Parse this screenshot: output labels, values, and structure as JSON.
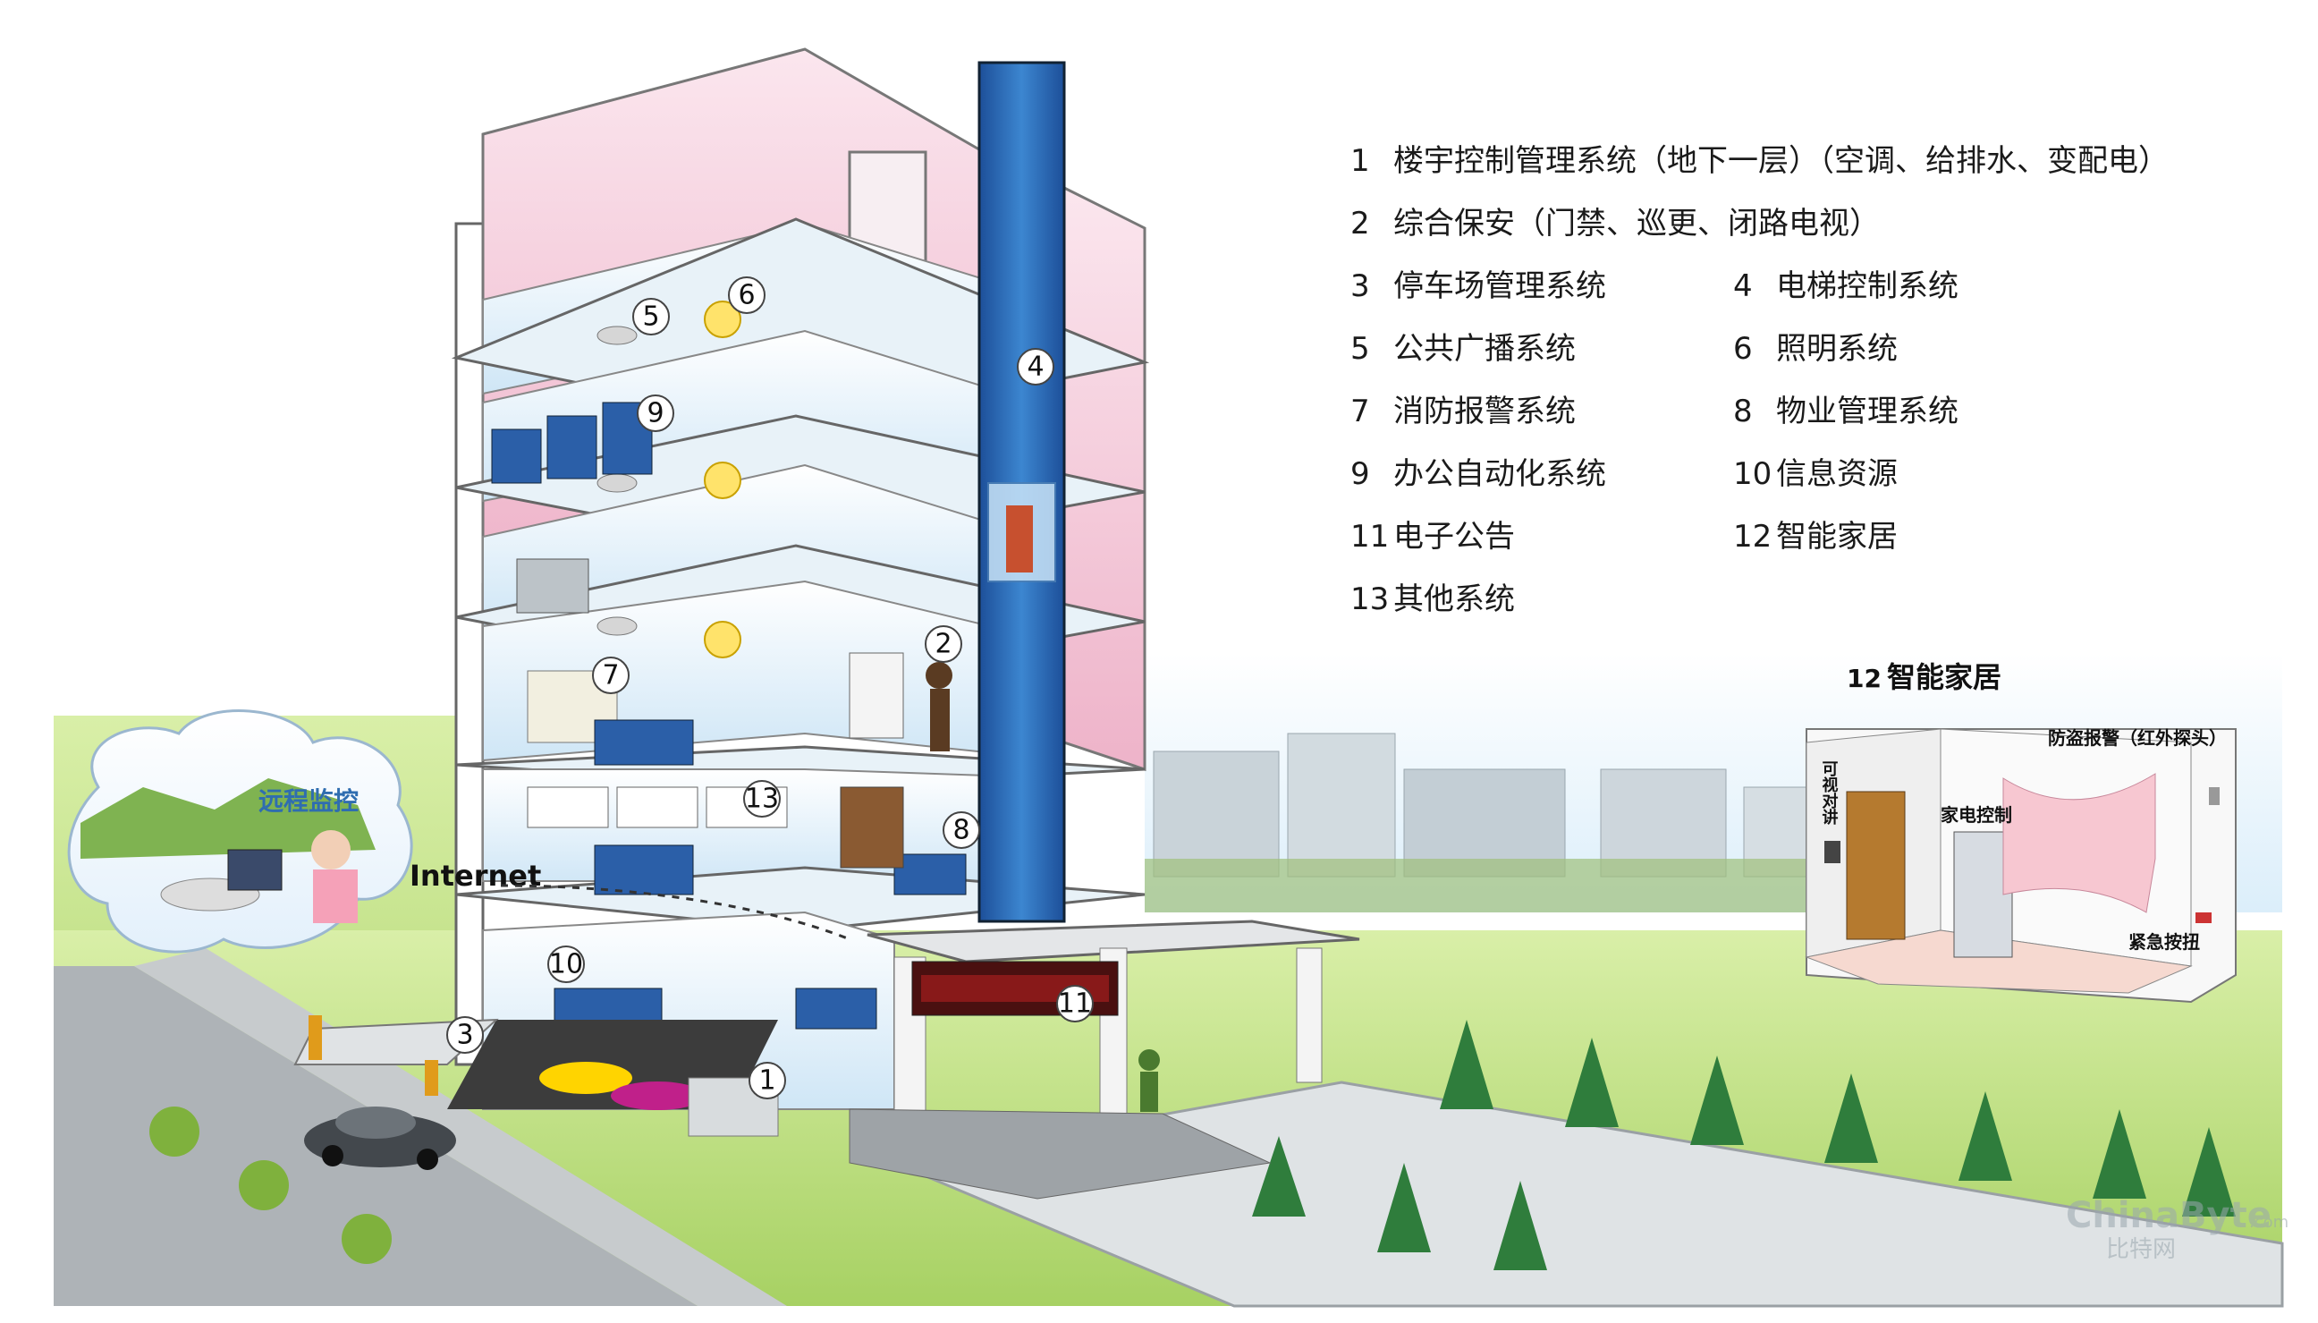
{
  "legend": [
    {
      "num": "1",
      "text": "楼宇控制管理系统（地下一层）（空调、给排水、变配电）"
    },
    {
      "num": "2",
      "text": "综合保安（门禁、巡更、闭路电视）"
    },
    {
      "num": "3",
      "text": "停车场管理系统"
    },
    {
      "num": "4",
      "text": "电梯控制系统"
    },
    {
      "num": "5",
      "text": "公共广播系统"
    },
    {
      "num": "6",
      "text": "照明系统"
    },
    {
      "num": "7",
      "text": "消防报警系统"
    },
    {
      "num": "8",
      "text": "物业管理系统"
    },
    {
      "num": "9",
      "text": "办公自动化系统"
    },
    {
      "num": "10",
      "text": "信息资源"
    },
    {
      "num": "11",
      "text": "电子公告"
    },
    {
      "num": "12",
      "text": "智能家居"
    },
    {
      "num": "13",
      "text": "其他系统"
    }
  ],
  "remote": {
    "label": "远程监控"
  },
  "internet": {
    "label": "Internet"
  },
  "smart_home": {
    "title_num": "12",
    "title": "智能家居",
    "video_intercom": "可视对讲",
    "appliance_control": "家电控制",
    "burglar_alarm": "防盗报警（红外探头）",
    "emergency_button": "紧急按扭"
  },
  "callouts": [
    "1",
    "2",
    "3",
    "4",
    "5",
    "6",
    "7",
    "8",
    "9",
    "10",
    "11",
    "13"
  ],
  "watermark": {
    "line1": "ChinaByte",
    "line2": "比特网",
    "suffix": ".com"
  },
  "colors": {
    "wall_pink": "#f2c6d6",
    "floor_blue": "#d8ecf8",
    "elevator_blue": "#2a6fb8",
    "grass": "#b9dc78",
    "road": "#9aa0a4"
  }
}
